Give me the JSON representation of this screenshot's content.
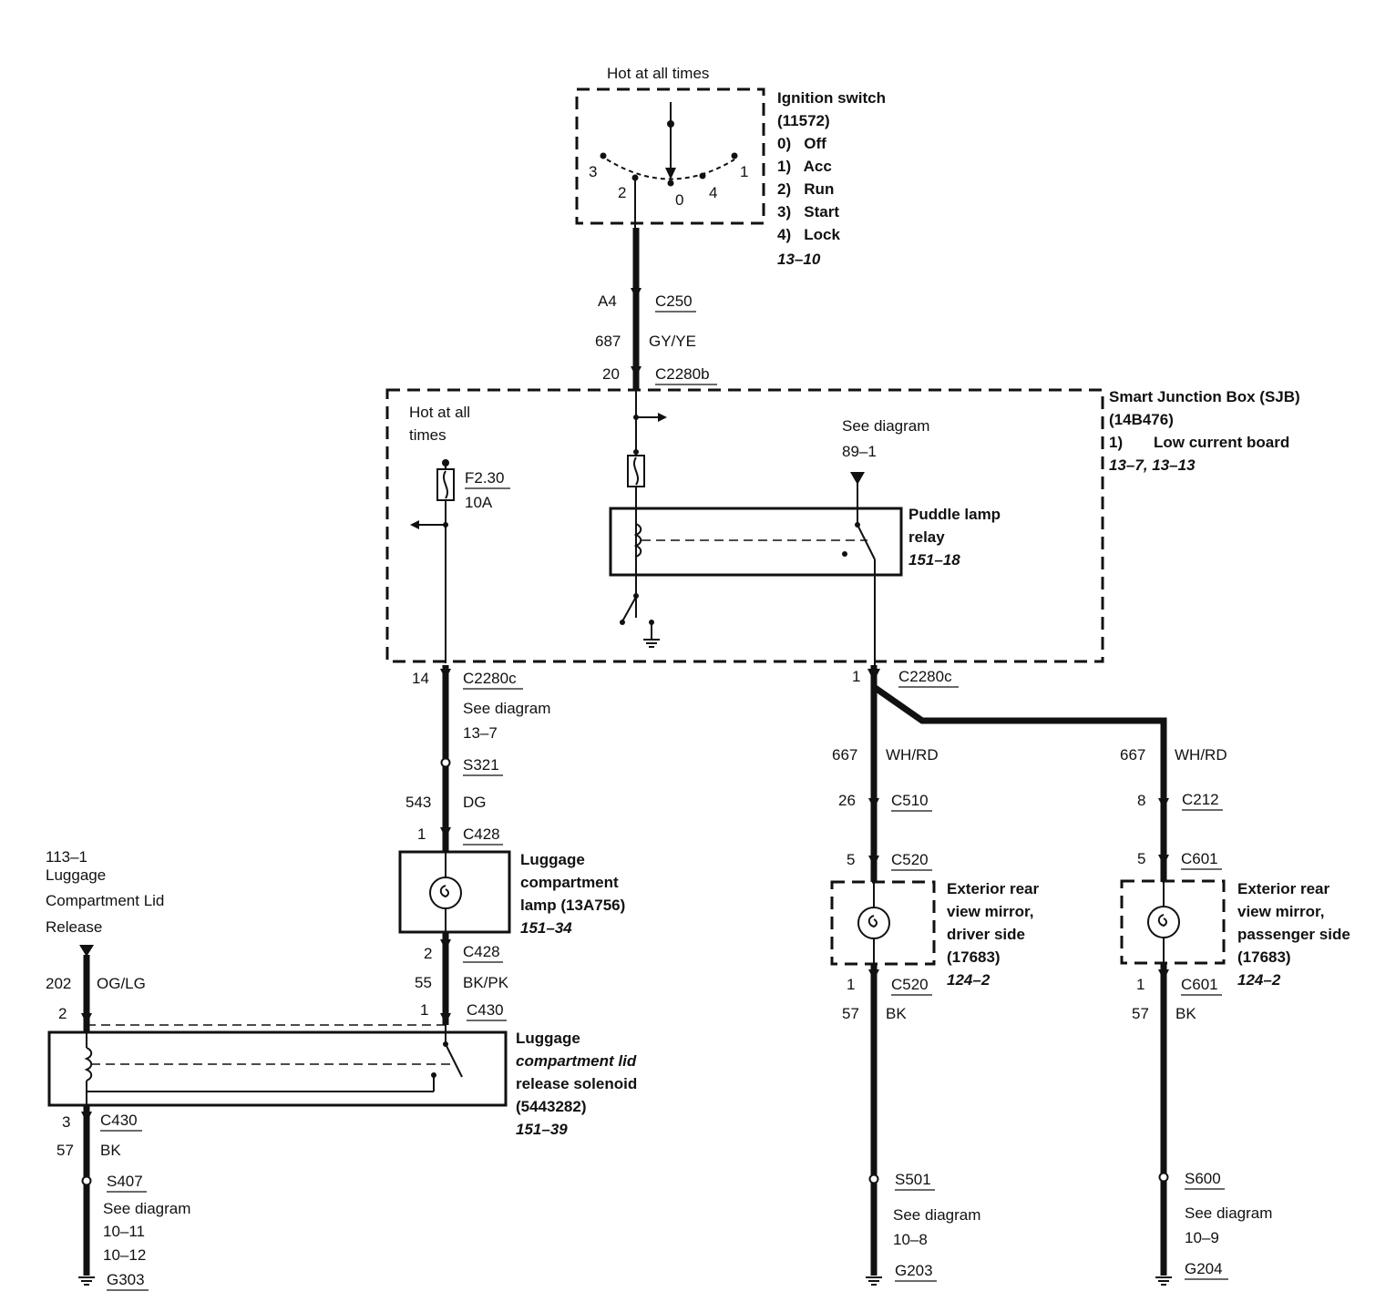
{
  "ignition": {
    "hot_all_times": "Hot at all times",
    "title": "Ignition switch",
    "part": "(11572)",
    "positions": [
      "0)   Off",
      "1)   Acc",
      "2)   Run",
      "3)   Start",
      "4)   Lock"
    ],
    "ref": "13–10",
    "pin_3": "3",
    "pin_2": "2",
    "pin_0": "0",
    "pin_4": "4",
    "pin_1": "1"
  },
  "ign_wire": {
    "pin_a4": "A4",
    "conn_c250": "C250",
    "circuit": "687",
    "color": "GY/YE",
    "pin_20": "20",
    "conn_c2280b": "C2280b"
  },
  "sjb": {
    "title": "Smart Junction Box (SJB)",
    "part": "(14B476)",
    "note_num": "1)",
    "note": "Low current board",
    "ref": "13–7, 13–13",
    "hot_all_line1": "Hot at all",
    "hot_all_line2": "times",
    "fuse": "F2.30",
    "fuse_rating": "10A",
    "see_diagram": "See diagram",
    "see_diagram_ref": "89–1",
    "relay_line1": "Puddle lamp",
    "relay_line2": "relay",
    "relay_ref": "151–18"
  },
  "left_branch": {
    "pin_14": "14",
    "conn": "C2280c",
    "see_diagram": "See diagram",
    "see_ref": "13–7",
    "splice": "S321",
    "circuit": "543",
    "color": "DG",
    "pin_1": "1",
    "conn_c428": "C428",
    "lamp_line1": "Luggage",
    "lamp_line2": "compartment",
    "lamp_line3": "lamp (13A756)",
    "lamp_ref": "151–34",
    "pin_2": "2",
    "conn_c428b": "C428",
    "circuit2": "55",
    "color2": "BK/PK",
    "pin_1b": "1",
    "conn_c430": "C430"
  },
  "release": {
    "ref": "113–1",
    "line1": "Luggage",
    "line2": "Compartment Lid",
    "line3": "Release",
    "circuit": "202",
    "color": "OG/LG",
    "pin_2": "2"
  },
  "solenoid": {
    "line1": "Luggage",
    "line2": "compartment lid",
    "line3": "release solenoid",
    "line4": "(5443282)",
    "ref": "151–39",
    "pin_3": "3",
    "conn": "C430",
    "circuit": "57",
    "color": "BK",
    "splice": "S407",
    "see_diagram": "See diagram",
    "see_ref1": "10–11",
    "see_ref2": "10–12",
    "ground": "G303"
  },
  "driver": {
    "pin_1": "1",
    "conn_c2280c": "C2280c",
    "circuit": "667",
    "color": "WH/RD",
    "pin_26": "26",
    "conn_c510": "C510",
    "pin_5": "5",
    "conn_c520": "C520",
    "mirror_line1": "Exterior rear",
    "mirror_line2": "view mirror,",
    "mirror_line3": "driver side",
    "mirror_line4": "(17683)",
    "mirror_ref": "124–2",
    "pin_1b": "1",
    "conn_c520b": "C520",
    "circuit2": "57",
    "color2": "BK",
    "splice": "S501",
    "see_diagram": "See diagram",
    "see_ref": "10–8",
    "ground": "G203"
  },
  "passenger": {
    "circuit": "667",
    "color": "WH/RD",
    "pin_8": "8",
    "conn_c212": "C212",
    "pin_5": "5",
    "conn_c601": "C601",
    "mirror_line1": "Exterior rear",
    "mirror_line2": "view mirror,",
    "mirror_line3": "passenger side",
    "mirror_line4": "(17683)",
    "mirror_ref": "124–2",
    "pin_1": "1",
    "conn_c601b": "C601",
    "circuit2": "57",
    "color2": "BK",
    "splice": "S600",
    "see_diagram": "See diagram",
    "see_ref": "10–9",
    "ground": "G204"
  }
}
